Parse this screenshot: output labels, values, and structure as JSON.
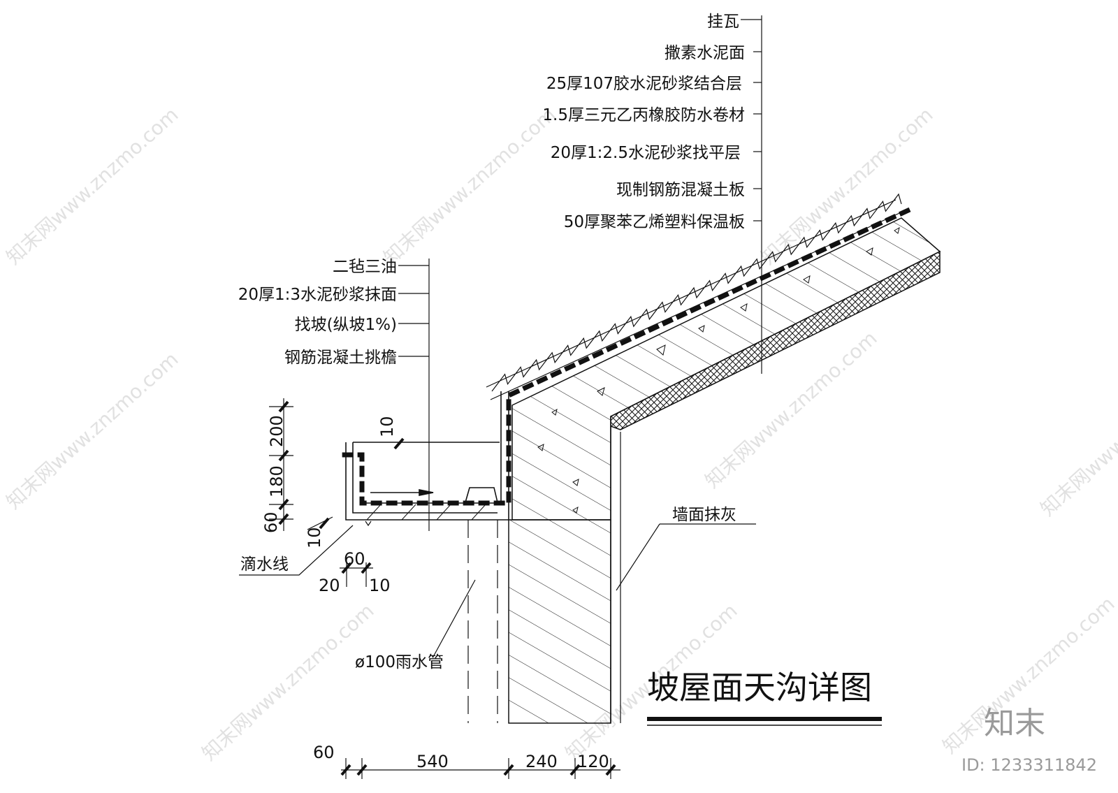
{
  "drawing": {
    "title": "坡屋面天沟详图",
    "roof_layers": [
      "挂瓦",
      "撒素水泥面",
      "25厚107胶水泥砂浆结合层",
      "1.5厚三元乙丙橡胶防水卷材",
      "20厚1:2.5水泥砂浆找平层",
      "现制钢筋混凝土板",
      "50厚聚苯乙烯塑料保温板"
    ],
    "gutter_layers": [
      "二毡三油",
      "20厚1:3水泥砂浆抹面",
      "找坡(纵坡1%)",
      "钢筋混凝土挑檐"
    ],
    "wall_note": "墙面抹灰",
    "drip_note": "滴水线",
    "pipe_note": "ø100雨水管",
    "vertical_dims": [
      "200",
      "180",
      "60",
      "10"
    ],
    "gutter_dim": "10",
    "drip_dims": [
      "60",
      "20",
      "10"
    ],
    "bottom_dims": [
      "60",
      "540",
      "240",
      "120"
    ]
  },
  "watermark": {
    "text": "知末网www.znzmo.com",
    "brand": "知末",
    "id": "ID: 1233311842"
  },
  "colors": {
    "line": "#111111",
    "watermark": "#c9c9c9"
  }
}
